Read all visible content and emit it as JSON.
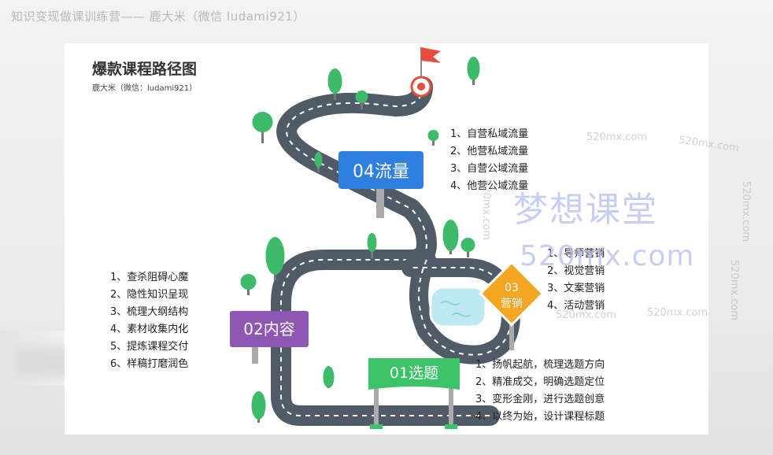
{
  "caption": "知识变现做课训练营—— 鹿大米（微信 ludami921）",
  "title": "爆款课程路径图",
  "subtitle": "鹿大米（微信：ludami921）",
  "signs": {
    "s01": "01选题",
    "s02": "02内容",
    "s03_num": "03",
    "s03_label": "营销",
    "s04": "04流量"
  },
  "lists": {
    "traffic": [
      "1、自营私域流量",
      "2、他营私域流量",
      "3、自营公域流量",
      "4、他营公域流量"
    ],
    "content": [
      "1、查杀阻碍心魔",
      "2、隐性知识呈现",
      "3、梳理大纲结构",
      "4、素材收集内化",
      "5、提炼课程交付",
      "6、样稿打磨润色"
    ],
    "marketing": [
      "1、导师营销",
      "2、视觉营销",
      "3、文案营销",
      "4、活动营销"
    ],
    "topic": [
      "1、扬帆起航，梳理选题方向",
      "2、精准成交，明确选题定位",
      "3、变形金刚，进行选题创意",
      "4、以终为始，设计课程标题"
    ]
  },
  "watermarks": {
    "big1": "梦想课堂",
    "big2": "520mx.com",
    "small": "520mx.com"
  },
  "colors": {
    "road": "#4f5b66",
    "sign_blue": "#2f7fe0",
    "sign_purple": "#8e57b4",
    "sign_green": "#3cc36a",
    "sign_orange": "#f5a623",
    "tree": "#3dbb6a",
    "flag": "#e74c3c"
  }
}
